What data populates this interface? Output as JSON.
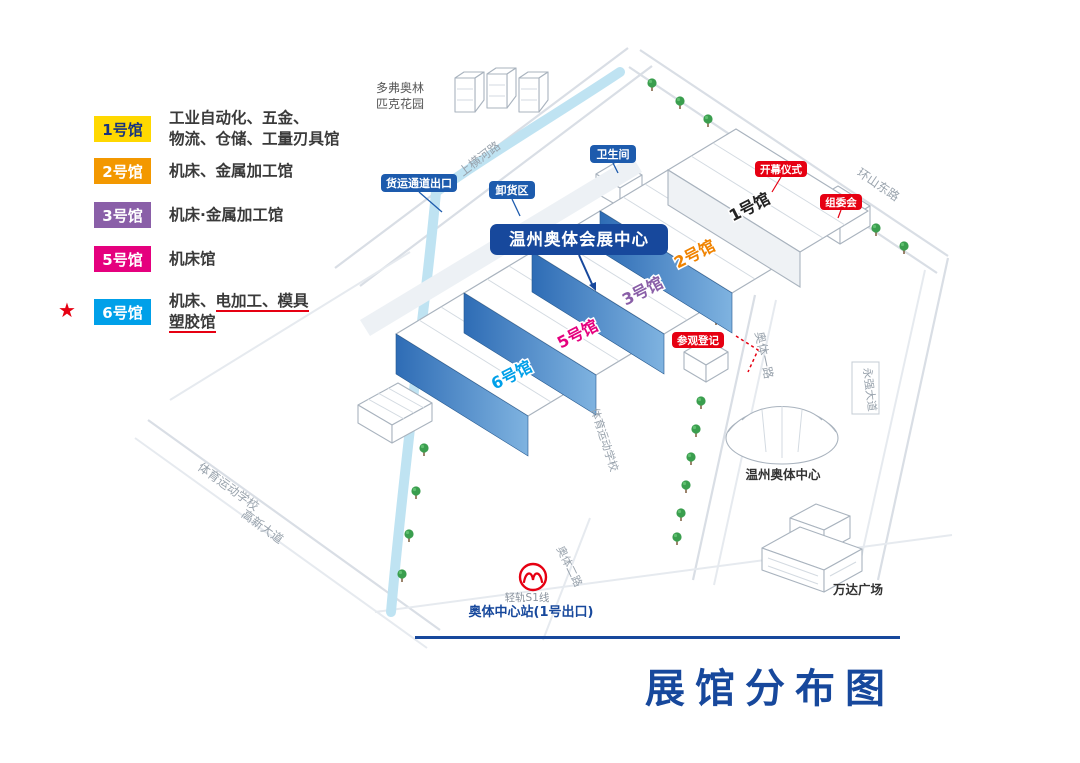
{
  "title": {
    "bottom": "展馆分布图"
  },
  "colors": {
    "primary_blue": "#17489C",
    "badge_blue": "#1D5BAD",
    "badge_red": "#E60012",
    "hall_wall_blue_dark": "#2E6CB5",
    "hall_wall_blue_light": "#7FB3E0",
    "canal_blue": "#BFE3F2",
    "tree_green": "#3A9E4E",
    "road_text_gray": "#98A2AC"
  },
  "legend": {
    "star": "★",
    "items": [
      {
        "badge": "1号馆",
        "badge_color": "#FFD800",
        "badge_text_color": "#17337F",
        "line1": "工业自动化、五金、",
        "line2": "物流、仓储、工量刃具馆"
      },
      {
        "badge": "2号馆",
        "badge_color": "#F39800",
        "badge_text_color": "#FFFFFF",
        "line1": "机床、金属加工馆"
      },
      {
        "badge": "3号馆",
        "badge_color": "#8A5FA8",
        "badge_text_color": "#FFFFFF",
        "line1": "机床·金属加工馆"
      },
      {
        "badge": "5号馆",
        "badge_color": "#E5007E",
        "badge_text_color": "#FFFFFF",
        "line1": "机床馆"
      },
      {
        "badge": "6号馆",
        "badge_color": "#00A0E9",
        "badge_text_color": "#FFFFFF",
        "line1_normal": "机床、",
        "line1_underlined": "电加工、模具",
        "line2_underlined": "塑胶馆"
      }
    ]
  },
  "map": {
    "center_label": "温州奥体会展中心",
    "hall_labels": [
      {
        "label": "1号馆",
        "color": "#222222"
      },
      {
        "label": "2号馆",
        "color": "#F08300"
      },
      {
        "label": "3号馆",
        "color": "#8A5FA8"
      },
      {
        "label": "5号馆",
        "color": "#E5007E"
      },
      {
        "label": "6号馆",
        "color": "#00A0E9"
      }
    ],
    "badges": {
      "freight_exit": "货运通道出口",
      "unloading": "卸货区",
      "restroom": "卫生间",
      "opening_ceremony": "开幕仪式",
      "organizing_committee": "组委会",
      "visitor_registration": "参观登记"
    },
    "roads": {
      "shanghenghe": "上横河路",
      "huanshandong": "环山东路",
      "aoti_yi": "奥体一路",
      "aoti_er": "奥体二路",
      "gaoxin": "高新大道",
      "yongqiang": "永强大道"
    },
    "places": {
      "dover_line1": "多弗奥林",
      "dover_line2": "匹克花园",
      "sports_school": "体育运动学校",
      "aoti_center": "温州奥体中心",
      "wanda": "万达广场"
    },
    "station": {
      "line_name": "轻轨S1线",
      "station_name": "奥体中心站(1号出口)"
    }
  }
}
